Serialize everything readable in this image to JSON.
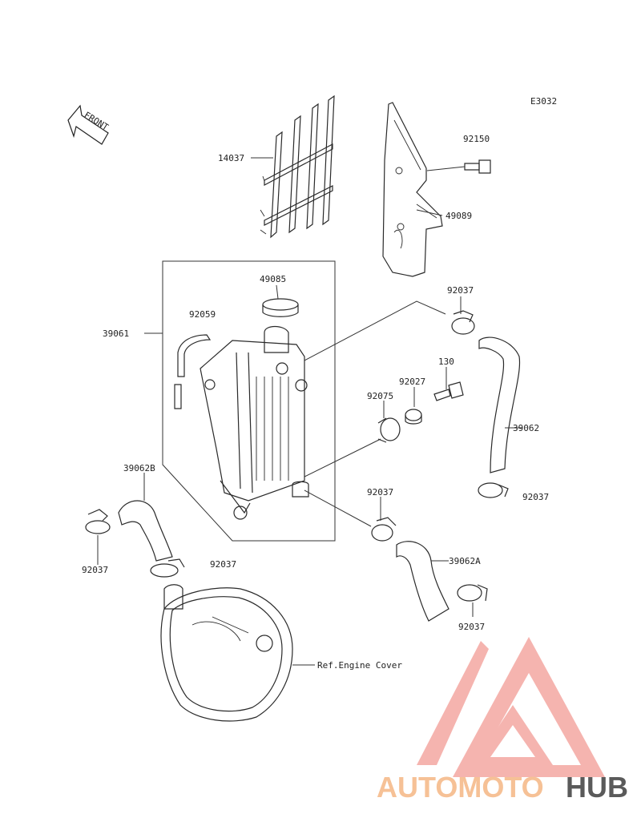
{
  "diagram_code": "E3032",
  "front_label": "FRONT",
  "callouts": [
    {
      "id": "14037",
      "label": "14037"
    },
    {
      "id": "92150",
      "label": "92150"
    },
    {
      "id": "49089",
      "label": "49089"
    },
    {
      "id": "49085",
      "label": "49085"
    },
    {
      "id": "92059",
      "label": "92059"
    },
    {
      "id": "39061",
      "label": "39061"
    },
    {
      "id": "92037-a",
      "label": "92037"
    },
    {
      "id": "130",
      "label": "130"
    },
    {
      "id": "92027",
      "label": "92027"
    },
    {
      "id": "92075",
      "label": "92075"
    },
    {
      "id": "39062",
      "label": "39062"
    },
    {
      "id": "92037-b",
      "label": "92037"
    },
    {
      "id": "39062B",
      "label": "39062B"
    },
    {
      "id": "92037-c",
      "label": "92037"
    },
    {
      "id": "92037-d",
      "label": "92037"
    },
    {
      "id": "92037-e",
      "label": "92037"
    },
    {
      "id": "92037-f",
      "label": "92037"
    },
    {
      "id": "39062A",
      "label": "39062A"
    },
    {
      "id": "92037-g",
      "label": "92037"
    }
  ],
  "engine_cover_ref": "Ref.Engine Cover",
  "watermark": {
    "text_part1": "AUTOMOTO",
    "text_part2": "HUB",
    "color_light": "#f6c9a0",
    "color_mid": "#f2a6a0",
    "color_dark": "#5a5a5a"
  }
}
